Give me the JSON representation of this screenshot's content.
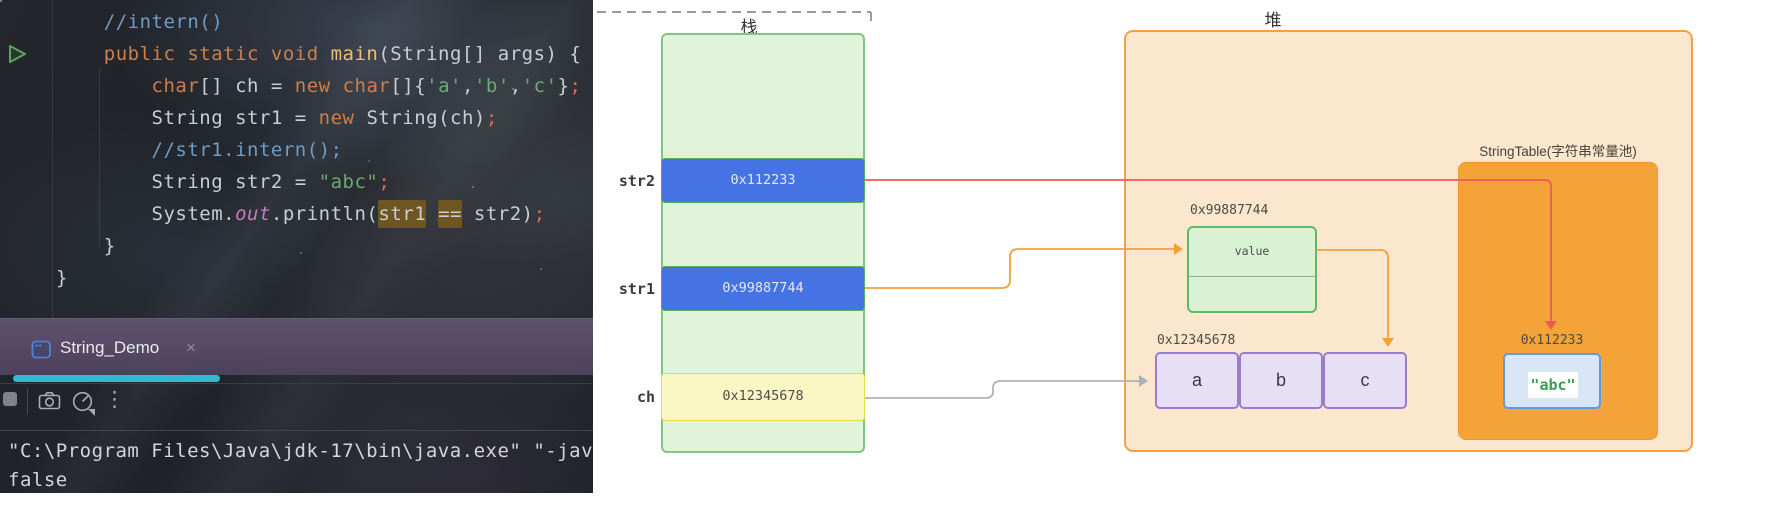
{
  "ide": {
    "editor": {
      "code_lines": [
        {
          "indent": 4,
          "spans": [
            {
              "t": "//intern()",
              "c": "comment"
            }
          ]
        },
        {
          "indent": 4,
          "spans": [
            {
              "t": "public static void ",
              "c": "kw"
            },
            {
              "t": "main",
              "c": "fn"
            },
            {
              "t": "(String[] args) {",
              "c": "plain"
            }
          ]
        },
        {
          "indent": 8,
          "spans": [
            {
              "t": "char",
              "c": "kw"
            },
            {
              "t": "[] ch = ",
              "c": "plain"
            },
            {
              "t": "new ",
              "c": "kw"
            },
            {
              "t": "char",
              "c": "kw"
            },
            {
              "t": "[]{",
              "c": "plain"
            },
            {
              "t": "'a'",
              "c": "str"
            },
            {
              "t": ",",
              "c": "plain"
            },
            {
              "t": "'b'",
              "c": "str"
            },
            {
              "t": ",",
              "c": "plain"
            },
            {
              "t": "'c'",
              "c": "str"
            },
            {
              "t": "}",
              "c": "plain"
            },
            {
              "t": ";",
              "c": "semi"
            }
          ]
        },
        {
          "indent": 8,
          "spans": [
            {
              "t": "String str1 = ",
              "c": "plain"
            },
            {
              "t": "new ",
              "c": "kw"
            },
            {
              "t": "String(ch)",
              "c": "plain"
            },
            {
              "t": ";",
              "c": "semi"
            }
          ]
        },
        {
          "indent": 8,
          "spans": [
            {
              "t": "//str1.intern();",
              "c": "comment"
            }
          ]
        },
        {
          "indent": 8,
          "spans": [
            {
              "t": "String str2 = ",
              "c": "plain"
            },
            {
              "t": "\"abc\"",
              "c": "str"
            },
            {
              "t": ";",
              "c": "semi"
            }
          ]
        },
        {
          "indent": 8,
          "spans": [
            {
              "t": "System.",
              "c": "plain"
            },
            {
              "t": "out",
              "c": "field"
            },
            {
              "t": ".println(",
              "c": "plain"
            },
            {
              "t": "str1",
              "c": "plain",
              "hl": true
            },
            {
              "t": " ",
              "c": "plain"
            },
            {
              "t": "==",
              "c": "plain",
              "hl": true
            },
            {
              "t": " str2)",
              "c": "plain"
            },
            {
              "t": ";",
              "c": "semi"
            }
          ]
        },
        {
          "indent": 4,
          "spans": [
            {
              "t": "}",
              "c": "plain"
            }
          ]
        },
        {
          "indent": 0,
          "spans": [
            {
              "t": "}",
              "c": "plain"
            }
          ]
        }
      ]
    },
    "run_panel": {
      "tab_label": "String_Demo",
      "tab_close": "×",
      "kebab": "⋮"
    },
    "console": {
      "line1": "\"C:\\Program Files\\Java\\jdk-17\\bin\\java.exe\" \"-jav",
      "line2": "false"
    }
  },
  "diagram": {
    "stack": {
      "title": "栈",
      "rows": [
        {
          "var": "str2",
          "value": "0x112233",
          "kind": "ref"
        },
        {
          "var": "str1",
          "value": "0x99887744",
          "kind": "ref"
        },
        {
          "var": "ch",
          "value": "0x12345678",
          "kind": "array"
        }
      ]
    },
    "heap": {
      "title": "堆",
      "string_object": {
        "address": "0x99887744",
        "field": "value"
      },
      "char_array": {
        "address": "0x12345678",
        "cells": [
          "a",
          "b",
          "c"
        ]
      },
      "string_table": {
        "title": "StringTable(字符串常量池)",
        "entry_address": "0x112233",
        "entry_value": "\"abc\""
      }
    },
    "colors": {
      "stack_fill": "#E1F4DA",
      "stack_border": "#7EC77F",
      "ref_row_fill": "#4573E4",
      "array_row_fill": "#FBF7C4",
      "array_row_border": "#E8DC48",
      "heap_fill": "#FBE7CD",
      "heap_border": "#F1A249",
      "stringtable_fill": "#F4A339",
      "value_box_fill": "#D9F2D3",
      "value_box_border": "#5FB968",
      "cell_fill": "#E6DFF5",
      "cell_border": "#9B7CC9",
      "entry_fill": "#D9E6F8",
      "entry_border": "#5E9BE0",
      "arrow_red": "#EB5B57",
      "arrow_orange": "#F5A137",
      "arrow_gray": "#ADB2B8",
      "tab_accent": "#30BCCD"
    }
  }
}
